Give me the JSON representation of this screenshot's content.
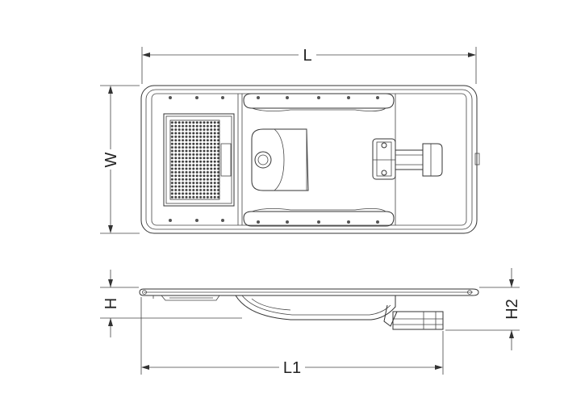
{
  "dimensions": {
    "length": "L",
    "width": "W",
    "height": "H",
    "overall_length": "L1",
    "bracket_height": "H2"
  },
  "colors": {
    "line": "#333333",
    "background": "#ffffff"
  }
}
